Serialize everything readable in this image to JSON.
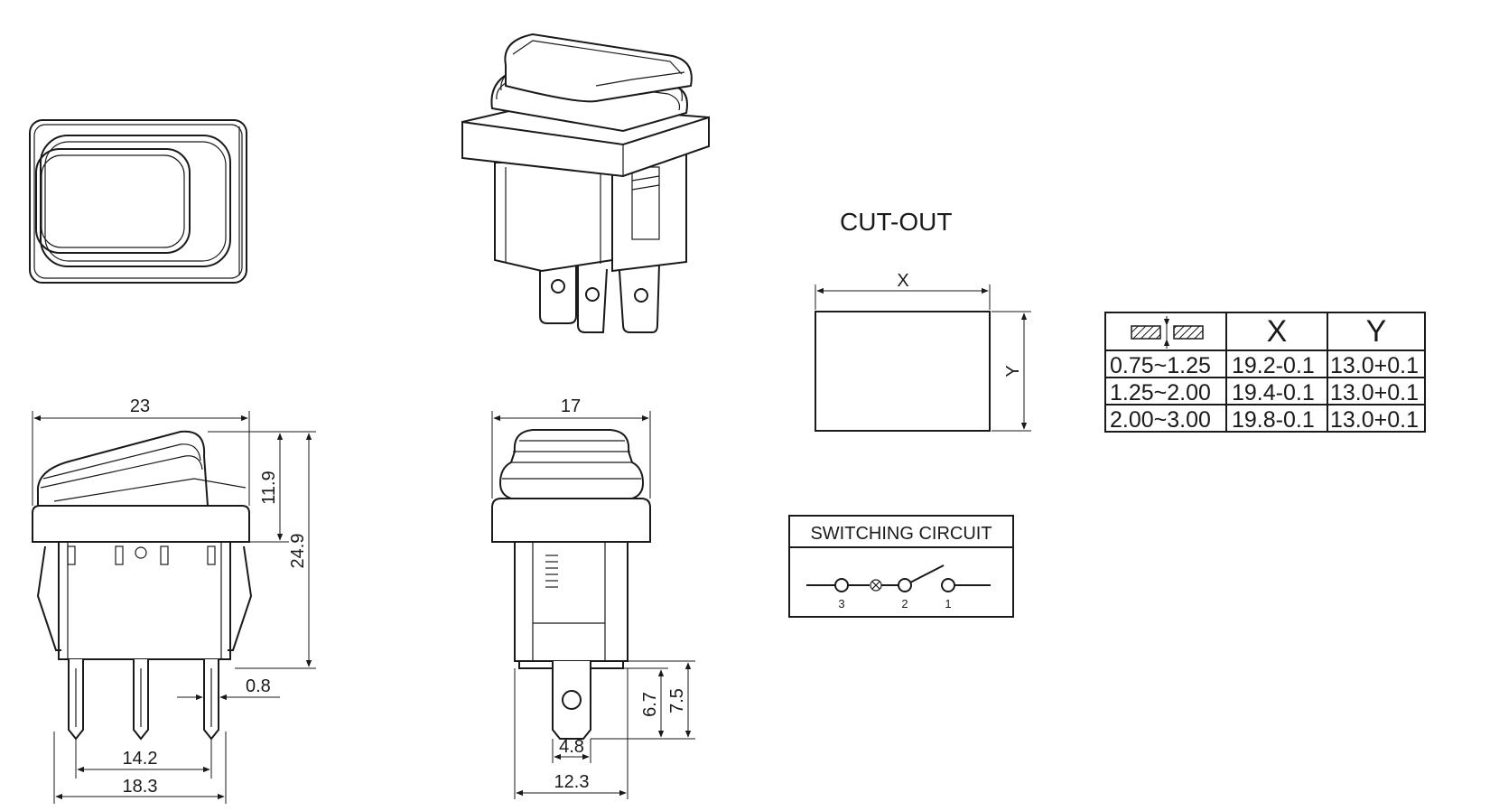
{
  "colors": {
    "ink": "#1a1a1a",
    "paper": "#ffffff"
  },
  "side_view": {
    "width": "23",
    "rocker_height": "11.9",
    "total_height": "24.9",
    "pin_thickness": "0.8",
    "inner_pin_span": "14.2",
    "outer_pin_span": "18.3"
  },
  "front_view": {
    "width": "17",
    "terminal_length": "6.7",
    "terminal_total": "7.5",
    "terminal_width": "4.8",
    "body_width": "12.3"
  },
  "cutout": {
    "title": "CUT-OUT",
    "x_label": "X",
    "y_label": "Y"
  },
  "switching_circuit": {
    "title": "SWITCHING CIRCUIT",
    "terminals": [
      "3",
      "2",
      "1"
    ]
  },
  "panel_table": {
    "headers": [
      "",
      "X",
      "Y"
    ],
    "rows": [
      [
        "0.75~1.25",
        "19.2-0.1",
        "13.0+0.1"
      ],
      [
        "1.25~2.00",
        "19.4-0.1",
        "13.0+0.1"
      ],
      [
        "2.00~3.00",
        "19.8-0.1",
        "13.0+0.1"
      ]
    ]
  }
}
